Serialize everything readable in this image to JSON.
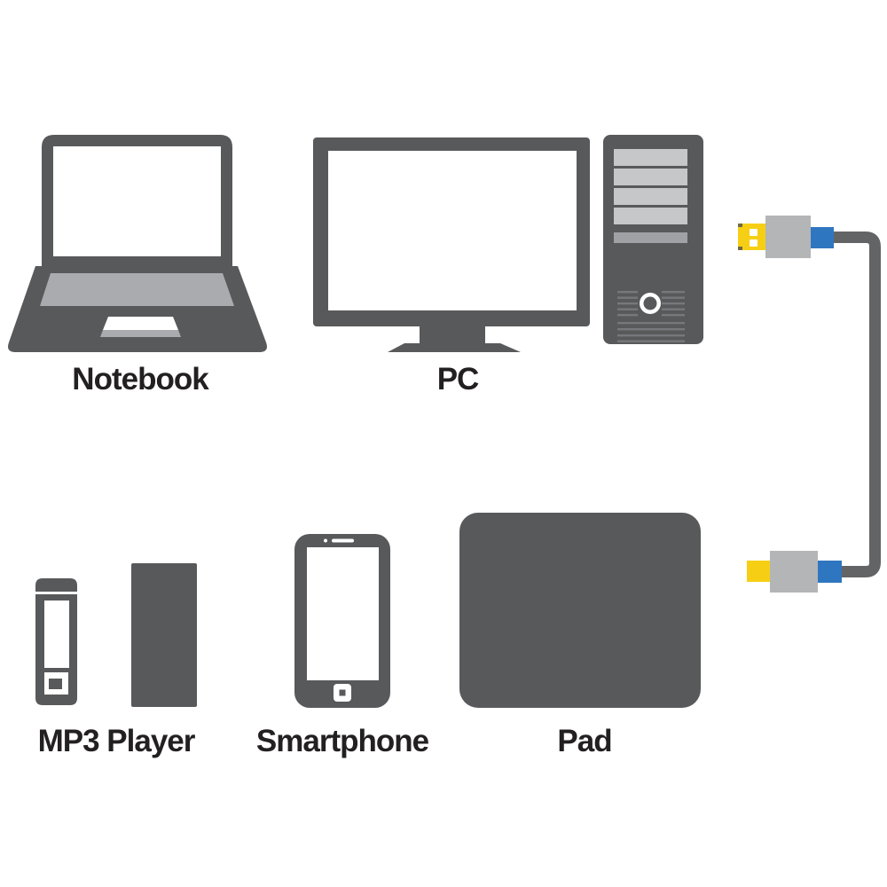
{
  "diagram": {
    "kind": "usb-cable-device-compatibility",
    "devices": [
      {
        "id": "notebook",
        "label": "Notebook"
      },
      {
        "id": "pc",
        "label": "PC"
      },
      {
        "id": "mp3-player",
        "label": "MP3 Player"
      },
      {
        "id": "smartphone",
        "label": "Smartphone"
      },
      {
        "id": "pad",
        "label": "Pad"
      }
    ],
    "cable": {
      "type": "USB cable",
      "connectors": [
        {
          "id": "usb-plug-top",
          "segments": [
            "yellow-plug-tip",
            "gray-housing",
            "blue-strain-relief"
          ]
        },
        {
          "id": "usb-plug-bottom",
          "segments": [
            "yellow-plug-tip",
            "gray-housing",
            "blue-strain-relief"
          ]
        }
      ]
    },
    "colors": {
      "device_gray": "#58595B",
      "panel_gray": "#A9ABAE",
      "bay_gray": "#C5C7C9",
      "bar_gray": "#9FA1A4",
      "vent_gray": "#77787B",
      "cable_gray": "#636466",
      "plug_gray": "#B3B5B7",
      "usb_yellow": "#F6CF15",
      "usb_blue": "#2F76C0",
      "label_color": "#232021",
      "bg": "#FFFFFF"
    }
  }
}
